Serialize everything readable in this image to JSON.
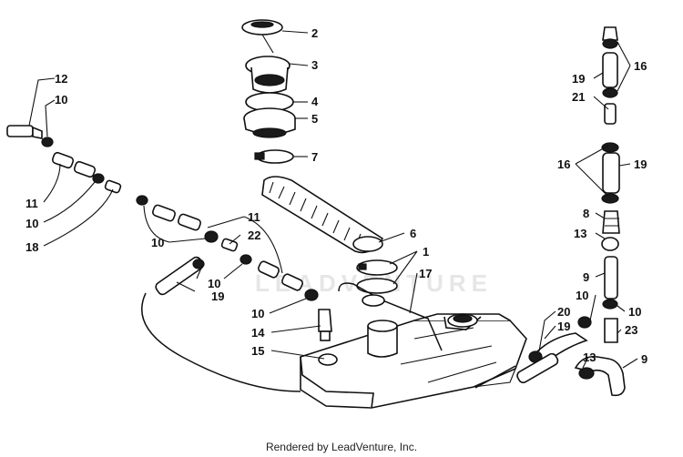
{
  "watermark_text": "LEADVENTURE",
  "footer": "Rendered by LeadVenture, Inc.",
  "callouts": [
    {
      "n": "12"
    },
    {
      "n": "10"
    },
    {
      "n": "2"
    },
    {
      "n": "3"
    },
    {
      "n": "4"
    },
    {
      "n": "5"
    },
    {
      "n": "7"
    },
    {
      "n": "11"
    },
    {
      "n": "10"
    },
    {
      "n": "18"
    },
    {
      "n": "11"
    },
    {
      "n": "22"
    },
    {
      "n": "10"
    },
    {
      "n": "10"
    },
    {
      "n": "19"
    },
    {
      "n": "10"
    },
    {
      "n": "14"
    },
    {
      "n": "15"
    },
    {
      "n": "6"
    },
    {
      "n": "1"
    },
    {
      "n": "17"
    },
    {
      "n": "16"
    },
    {
      "n": "19"
    },
    {
      "n": "21"
    },
    {
      "n": "16"
    },
    {
      "n": "19"
    },
    {
      "n": "8"
    },
    {
      "n": "13"
    },
    {
      "n": "9"
    },
    {
      "n": "10"
    },
    {
      "n": "10"
    },
    {
      "n": "20"
    },
    {
      "n": "23"
    },
    {
      "n": "19"
    },
    {
      "n": "13"
    },
    {
      "n": "9"
    }
  ],
  "colors": {
    "line": "#111111",
    "background": "#ffffff",
    "watermark": "#e6e6e6"
  }
}
